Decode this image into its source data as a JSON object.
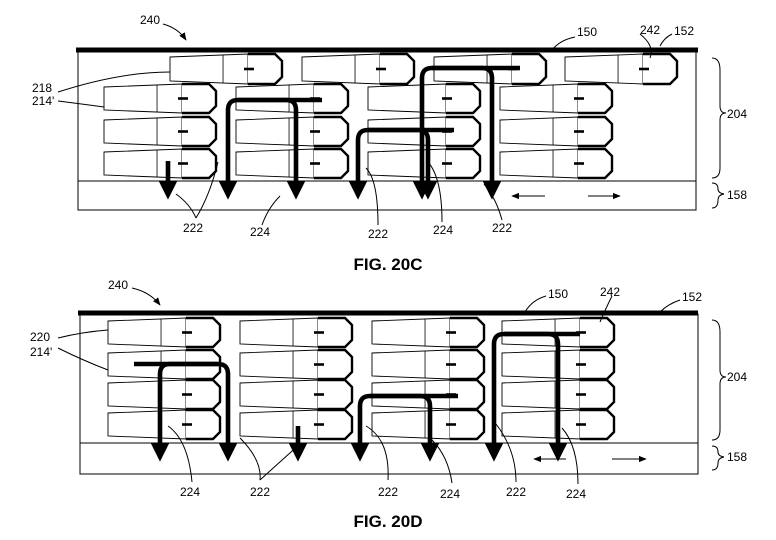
{
  "fig_c": {
    "caption": "FIG. 20C",
    "labels": {
      "l240": "240",
      "l150": "150",
      "l242": "242",
      "l152": "152",
      "l218": "218",
      "l214": "214'",
      "l204": "204",
      "l158": "158",
      "l222a": "222",
      "l224a": "224",
      "l222b": "222",
      "l224b": "224",
      "l222c": "222"
    }
  },
  "fig_d": {
    "caption": "FIG. 20D",
    "labels": {
      "l240": "240",
      "l150": "150",
      "l242": "242",
      "l152": "152",
      "l220": "220",
      "l214": "214'",
      "l204": "204",
      "l158": "158",
      "l224a": "224",
      "l222a": "222",
      "l222b": "222",
      "l224b": "224",
      "l222c": "222",
      "l224c": "224"
    }
  }
}
